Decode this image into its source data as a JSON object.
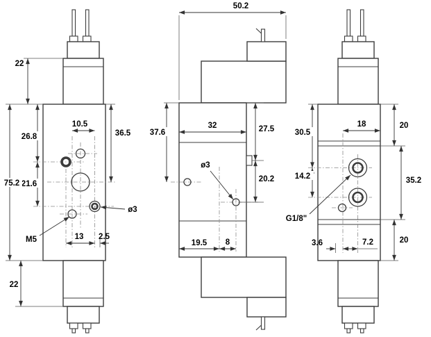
{
  "views": {
    "left": {
      "d22_top": "22",
      "d26_8": "26.8",
      "d21_6": "21.6",
      "d75_2": "75.2",
      "d22_bottom": "22",
      "d10_5": "10.5",
      "d36_5": "36.5",
      "d13": "13",
      "d2_5": "2.5",
      "m5": "M5",
      "dia3": "ø3"
    },
    "middle": {
      "d50_2": "50.2",
      "d32": "32",
      "d37_6": "37.6",
      "d27_5": "27.5",
      "d20_2": "20.2",
      "dia3": "ø3",
      "d19_5": "19.5",
      "d8": "8"
    },
    "right": {
      "d18": "18",
      "d20_top": "20",
      "d30_5": "30.5",
      "d14_2": "14.2",
      "d35_2": "35.2",
      "g18": "G1/8\"",
      "d3_6": "3.6",
      "d7_2": "7.2",
      "d20_bottom": "20"
    }
  }
}
